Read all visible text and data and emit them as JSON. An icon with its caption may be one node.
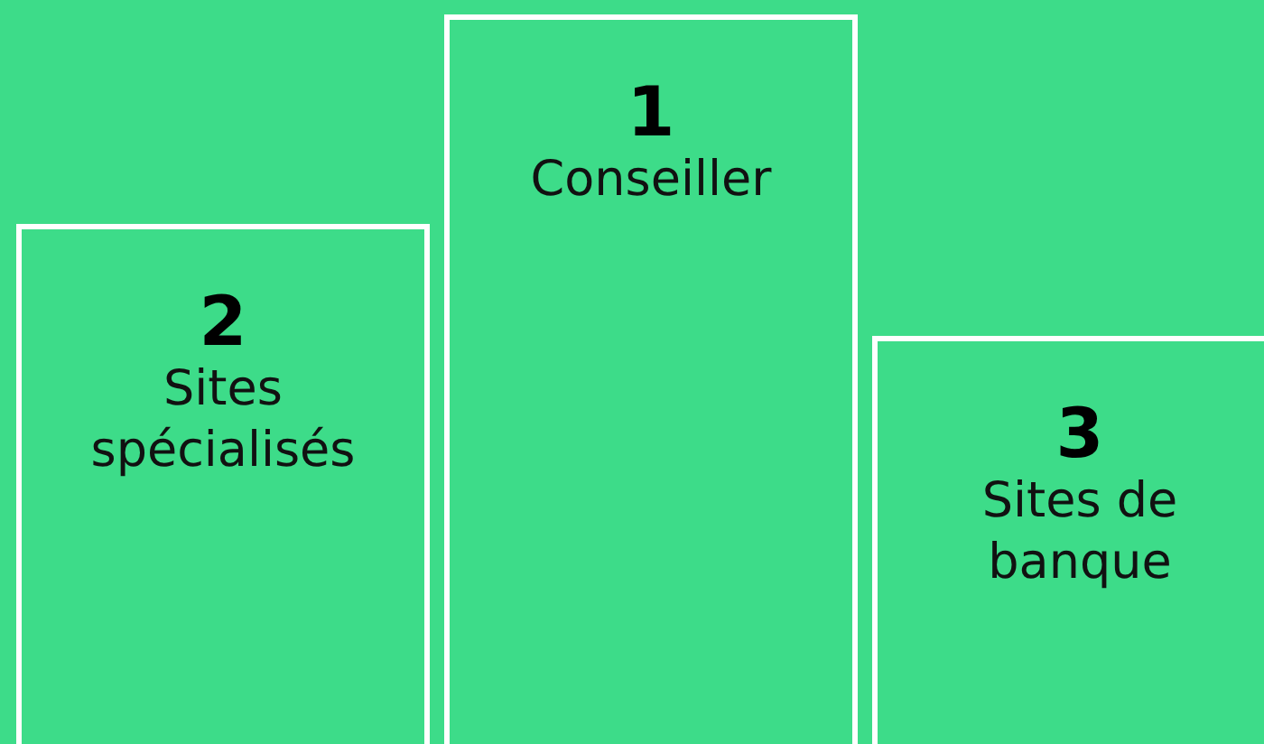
{
  "diagram": {
    "nodes": [
      {
        "text": [
          "2",
          "Sites spécialisés"
        ]
      },
      {
        "text": [
          "1",
          "Conseiller"
        ]
      },
      {
        "text": [
          "3",
          "Sites de banque"
        ]
      }
    ]
  }
}
